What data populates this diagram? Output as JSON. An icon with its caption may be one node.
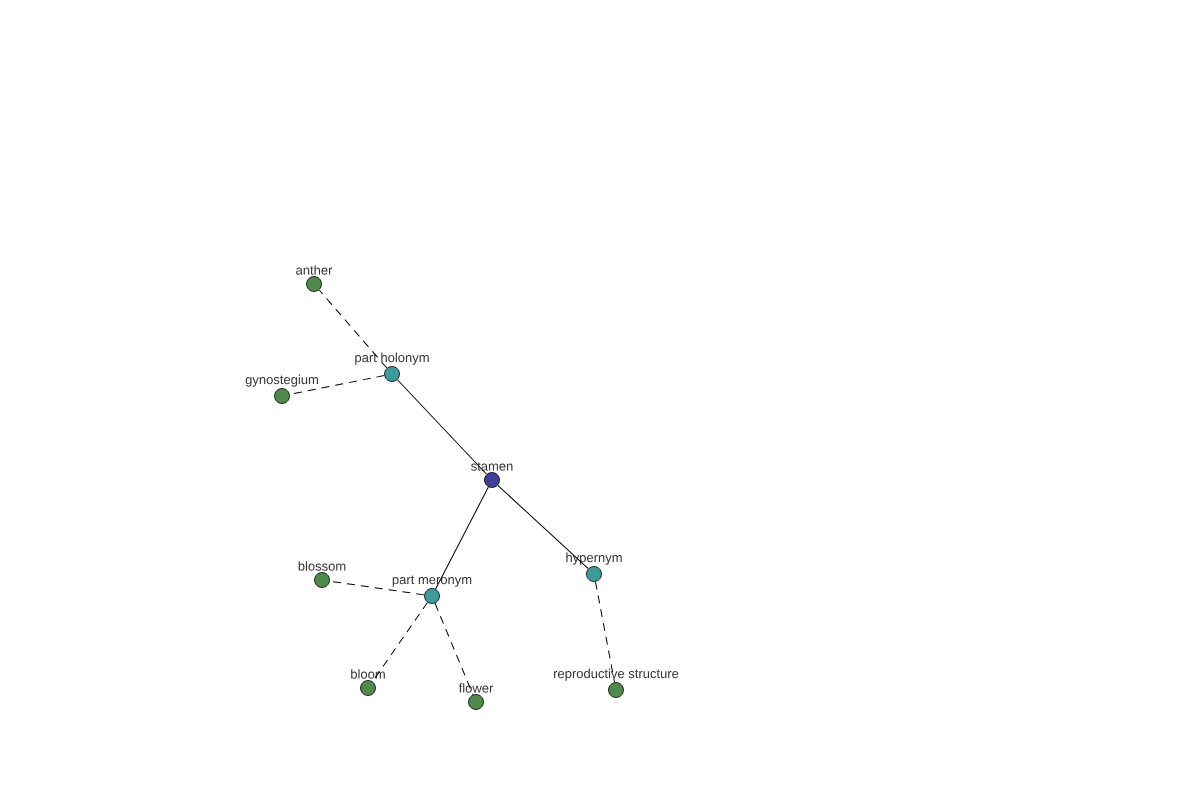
{
  "diagram": {
    "nodes": [
      {
        "text": [
          "stamen"
        ]
      },
      {
        "text": [
          "part holonym"
        ]
      },
      {
        "text": [
          "anther"
        ]
      },
      {
        "text": [
          "gynostegium"
        ]
      },
      {
        "text": [
          "part meronym"
        ]
      },
      {
        "text": [
          "blossom"
        ]
      },
      {
        "text": [
          "bloom"
        ]
      },
      {
        "text": [
          "flower"
        ]
      },
      {
        "text": [
          "hypernym"
        ]
      },
      {
        "text": [
          "reproductive structure"
        ]
      }
    ],
    "edges": [
      {
        "from": 0,
        "to": 1,
        "arrow": "none"
      },
      {
        "from": 0,
        "to": 4,
        "arrow": "none"
      },
      {
        "from": 0,
        "to": 8,
        "arrow": "none"
      },
      {
        "from": 1,
        "to": 2,
        "arrow": "none",
        "style": "dashed"
      },
      {
        "from": 1,
        "to": 3,
        "arrow": "none",
        "style": "dashed"
      },
      {
        "from": 4,
        "to": 5,
        "arrow": "none",
        "style": "dashed"
      },
      {
        "from": 4,
        "to": 6,
        "arrow": "none",
        "style": "dashed"
      },
      {
        "from": 4,
        "to": 7,
        "arrow": "none",
        "style": "dashed"
      },
      {
        "from": 8,
        "to": 9,
        "arrow": "none",
        "style": "dashed"
      }
    ]
  }
}
